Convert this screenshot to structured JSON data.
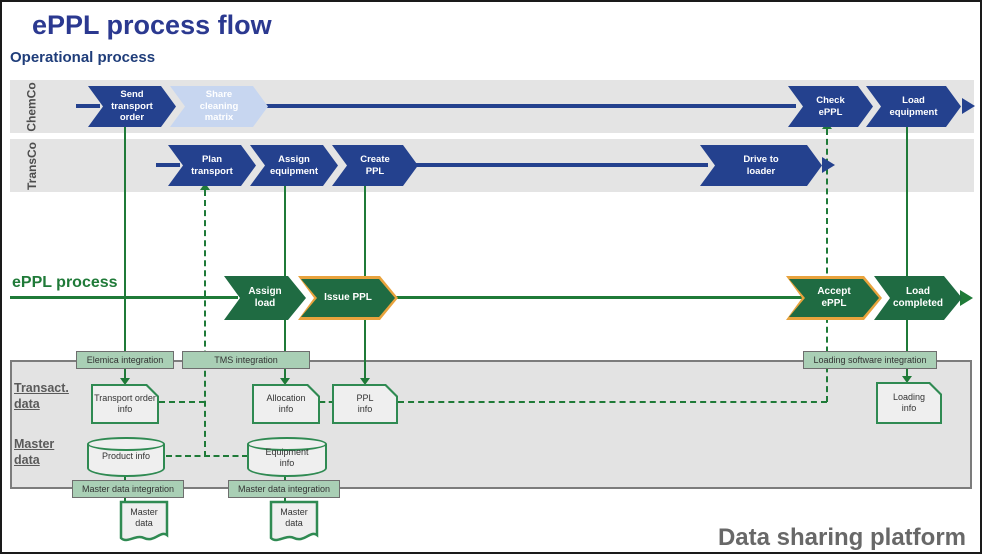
{
  "title": "ePPL process flow",
  "operational_label": "Operational process",
  "eppl_label": "ePPL process",
  "lanes": [
    {
      "label": "ChemCo",
      "steps": [
        {
          "label": "Send transport order"
        },
        {
          "label": "Share cleaning matrix"
        },
        {
          "label": "Check ePPL"
        },
        {
          "label": "Load equipment"
        }
      ]
    },
    {
      "label": "TransCo",
      "steps": [
        {
          "label": "Plan transport"
        },
        {
          "label": "Assign equipment"
        },
        {
          "label": "Create PPL"
        },
        {
          "label": "Drive to loader"
        }
      ]
    }
  ],
  "eppl_steps": [
    {
      "label": "Assign load"
    },
    {
      "label": "Issue PPL"
    },
    {
      "label": "Accept ePPL"
    },
    {
      "label": "Load completed"
    }
  ],
  "platform": {
    "label": "Data sharing platform",
    "transact_label": "Transact. data",
    "master_label": "Master data",
    "integrations": [
      {
        "label": "Elemica integration"
      },
      {
        "label": "TMS integration"
      },
      {
        "label": "Loading software integration"
      },
      {
        "label": "Master data integration"
      },
      {
        "label": "Master data integration"
      }
    ],
    "transact_items": [
      {
        "label": "Transport order info"
      },
      {
        "label": "Allocation info"
      },
      {
        "label": "PPL info"
      },
      {
        "label": "Loading info"
      }
    ],
    "master_items": [
      {
        "label": "Product info"
      },
      {
        "label": "Equipment info"
      }
    ],
    "documents": [
      {
        "label": "Master data"
      },
      {
        "label": "Master data"
      }
    ]
  },
  "colors": {
    "blue": "#24418E",
    "lightblue": "#C7D6F0",
    "titleblue": "#2B3990",
    "navytext": "#1F3D7A",
    "green": "#1F7A38",
    "chevgreen": "#1F6B42",
    "orange": "#E8A33D",
    "lanegray": "#E4E4E4",
    "platgray": "#E3E3E3",
    "platborder": "#7C7C7C",
    "integgreen": "#A9CFB5",
    "cardborder": "#2F8A52",
    "cardfill": "#EFEFEF",
    "graytext": "#5A5A5A",
    "platlabel": "#686868"
  }
}
